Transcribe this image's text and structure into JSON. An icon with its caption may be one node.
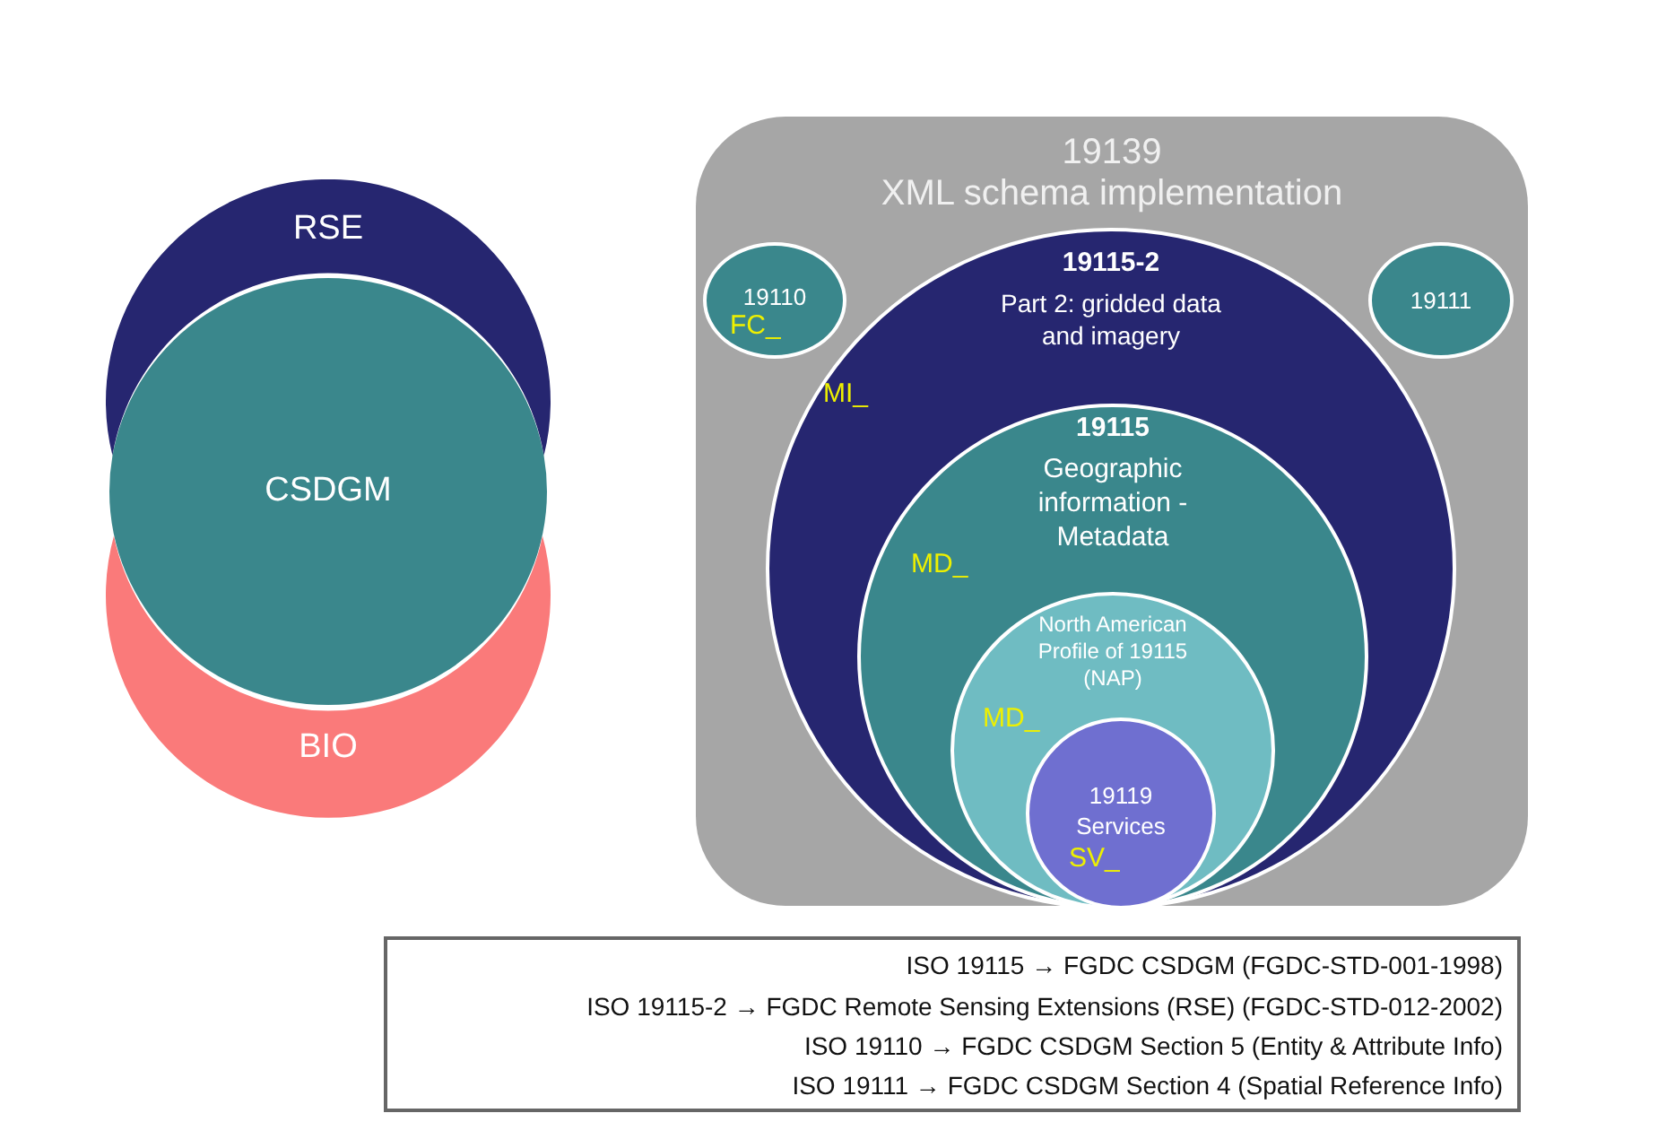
{
  "diagram": {
    "nodes": [
      {
        "text": [
          "RSE"
        ]
      },
      {
        "text": [
          "CSDGM"
        ]
      },
      {
        "text": [
          "BIO"
        ]
      },
      {
        "text": [
          "19139",
          "XML schema implementation"
        ]
      },
      {
        "text": [
          "19110",
          "FC_"
        ],
        "in": 3
      },
      {
        "text": [
          "19115-2",
          "Part 2: gridded data and imagery",
          "MI_"
        ],
        "in": 3
      },
      {
        "text": [
          "19111"
        ],
        "in": 3
      },
      {
        "text": [
          "19115",
          "Geographic information - Metadata",
          "MD_"
        ],
        "in": 5
      },
      {
        "text": [
          "North American Profile of 19115 (NAP)",
          "MD_"
        ],
        "in": 7
      },
      {
        "text": [
          "19119",
          "Services",
          "SV_"
        ],
        "in": 8
      },
      {
        "text": [
          "ISO 19115 → FGDC CSDGM (FGDC-STD-001-1998)",
          "ISO 19115-2 → FGDC Remote Sensing Extensions (RSE) (FGDC-STD-012-2002)",
          "ISO 19110 → FGDC CSDGM Section 5 (Entity & Attribute Info)",
          "ISO 19111 → FGDC CSDGM Section 4 (Spatial Reference Info)"
        ]
      }
    ],
    "edges": []
  }
}
